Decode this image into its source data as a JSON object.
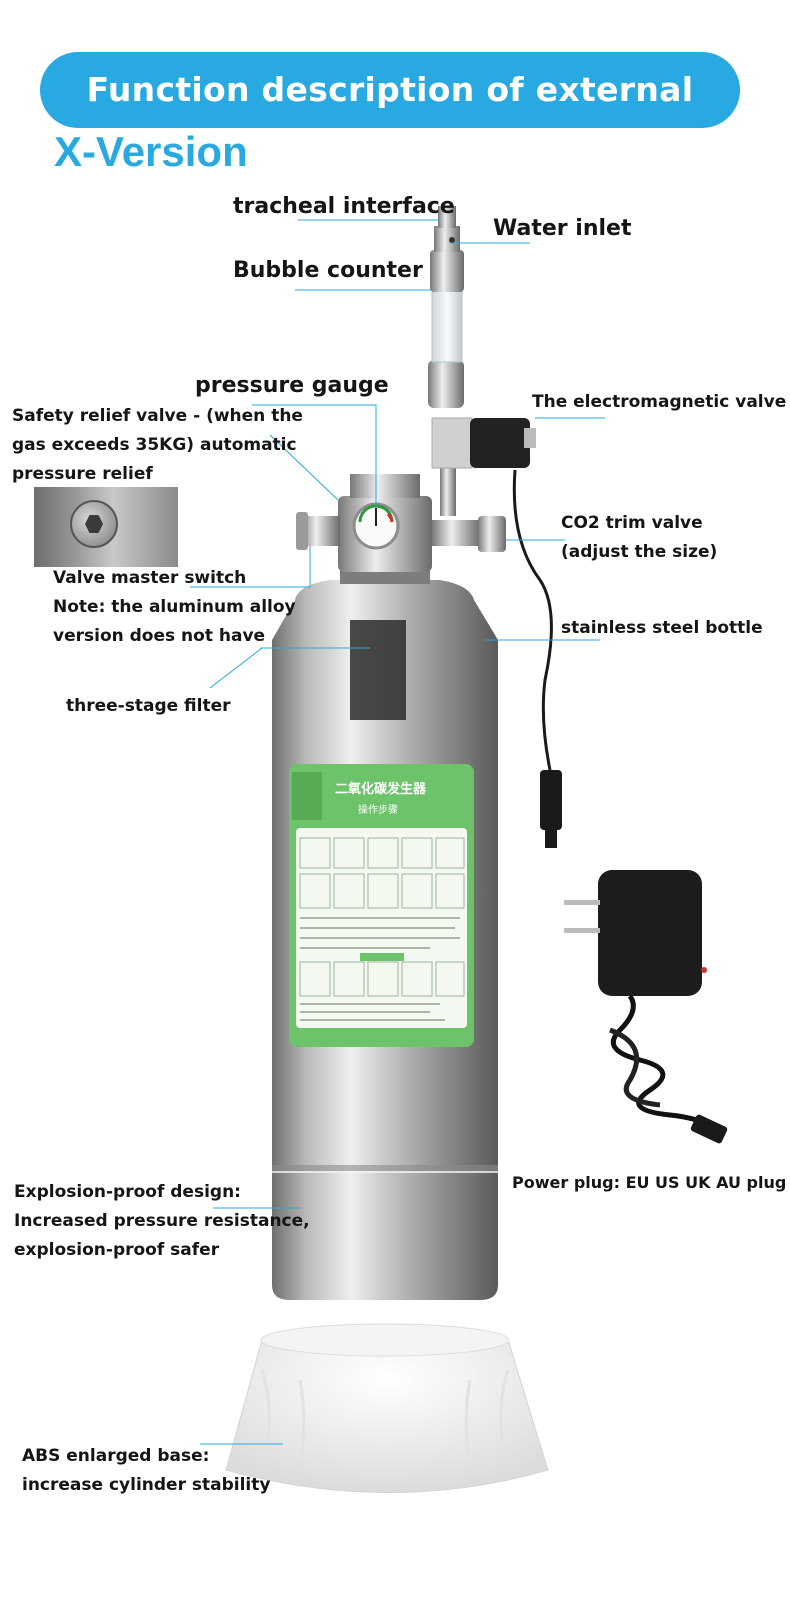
{
  "banner": {
    "title": "Function description of external thread"
  },
  "version": "X-Version",
  "labels": {
    "tracheal_interface": "tracheal interface",
    "water_inlet": "Water inlet",
    "bubble_counter": "Bubble counter",
    "pressure_gauge": "pressure gauge",
    "electromagnetic_valve": "The electromagnetic valve",
    "safety_relief": [
      "Safety relief valve - (when the",
      "gas exceeds 35KG) automatic",
      "pressure relief"
    ],
    "co2_trim": [
      "CO2 trim valve",
      "(adjust the size)"
    ],
    "valve_master": [
      "Valve master switch",
      "Note: the aluminum alloy",
      "version does not have"
    ],
    "stainless": "stainless steel bottle",
    "filter": "three-stage filter",
    "power_plug": "Power plug: EU US UK AU plug",
    "explosion": [
      "Explosion-proof design:",
      "Increased pressure resistance,",
      "explosion-proof safer"
    ],
    "abs_base": [
      "ABS enlarged base:",
      "increase cylinder stability"
    ]
  },
  "sticker": {
    "title": "二氧化碳发生器",
    "subtitle": "操作步骤"
  },
  "colors": {
    "accent": "#29a9e1",
    "leader_line": "#29a9e1",
    "sticker": "#6cc36a"
  }
}
